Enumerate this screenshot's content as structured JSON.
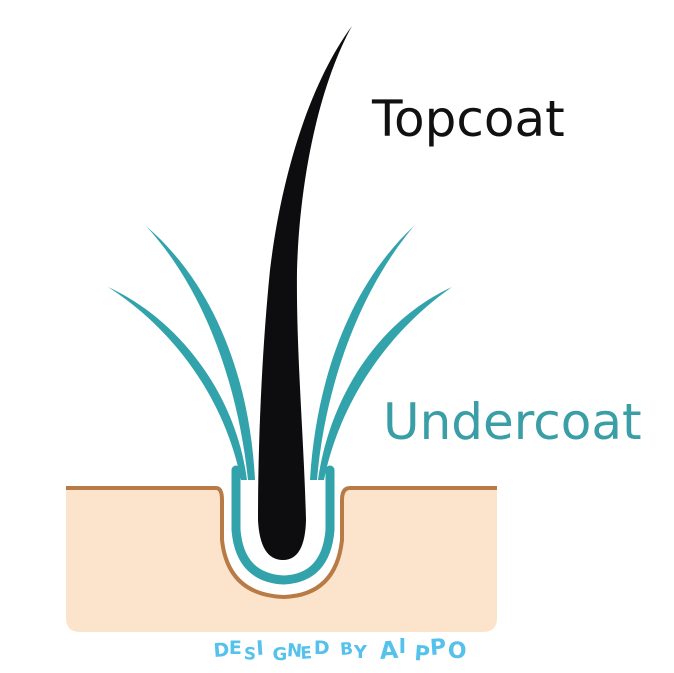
{
  "labels": {
    "topcoat": "Topcoat",
    "undercoat": "Undercoat"
  },
  "credit": {
    "text": "DESIGNED BY AIPPO"
  },
  "colors": {
    "topcoat_hair": "#0d0d0f",
    "undercoat_hair": "#33a3ab",
    "undercoat_label": "#3a9ea6",
    "skin_fill": "#fbe4cb",
    "skin_outline": "#b87b45",
    "credit_text": "#56c2ec",
    "topcoat_label": "#111111"
  }
}
